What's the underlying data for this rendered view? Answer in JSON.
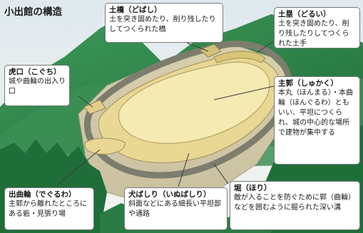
{
  "title": "小出館の構造",
  "labels": {
    "dobashi": {
      "term": "土橋（どばし）",
      "desc": "土を突き固めたり、削り残したりしてつくられた橋"
    },
    "dorui": {
      "term": "土塁（どるい）",
      "desc": "土を突き固めたり、削り残したりしてつくられた土手"
    },
    "koguchi": {
      "term": "虎口（こぐち）",
      "desc": "城や曲輪の出入り口"
    },
    "shukaku": {
      "term": "主郭（しゅかく）",
      "desc": "本丸（ほんまる）・本曲輪（ほんぐるわ）ともいい、平坦につくられ、城の中心的な場所で建物が集中する"
    },
    "degurewa": {
      "term": "出曲輪（でぐるわ）",
      "desc": "主郭から離れたところにある砦・見張り場"
    },
    "inubashiri": {
      "term": "犬ばしり（いぬばしり）",
      "desc": "斜面などにある細長い平坦部や通路"
    },
    "hori": {
      "term": "堀（ほり）",
      "desc": "敵が入ることを防ぐために郭（曲輪）などを囲むように掘られた深い溝"
    }
  },
  "colors": {
    "sky": "#e8eef2",
    "hill": "#2f8a4f",
    "plateau": "#f2e6a8",
    "slope": "#e4d08a",
    "moat": "#8a8a7a",
    "trees": "#1f6e3a"
  }
}
